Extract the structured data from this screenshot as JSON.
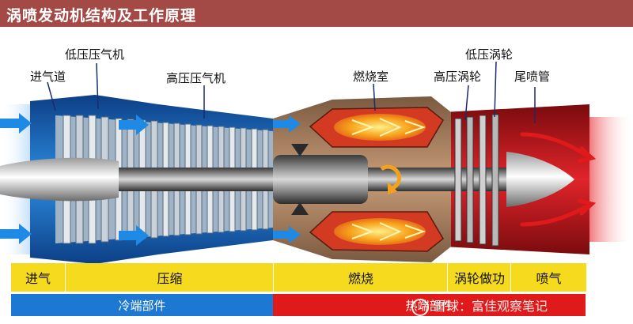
{
  "header": {
    "title": "涡喷发动机结构及工作原理"
  },
  "labels": {
    "inlet": "进气道",
    "lp_compressor": "低压压气机",
    "hp_compressor": "高压压气机",
    "combustor": "燃烧室",
    "hp_turbine": "高压涡轮",
    "lp_turbine": "低压涡轮",
    "nozzle": "尾喷管"
  },
  "stages": [
    {
      "label": "进气"
    },
    {
      "label": "压缩"
    },
    {
      "label": "燃烧"
    },
    {
      "label": "涡轮做功"
    },
    {
      "label": "喷气"
    }
  ],
  "sections": {
    "cold": "冷端部件",
    "hot": "热端部件"
  },
  "watermark": {
    "text": "雪球：富佳观察笔记"
  },
  "colors": {
    "title_bg": "#a44a46",
    "stage_bar": "#f6da1e",
    "cold": "#1c78d2",
    "hot": "#e01a1a",
    "casing_blue": "#1e6fbf",
    "casing_red": "#c0161a",
    "flame": "#f7a21b"
  }
}
